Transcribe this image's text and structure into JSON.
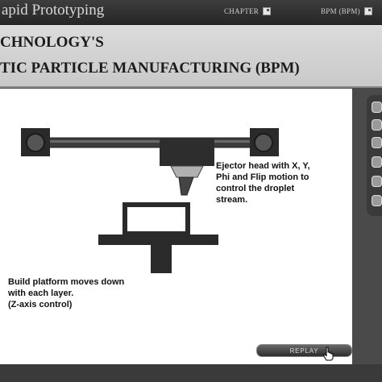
{
  "app": {
    "title": "apid Prototyping"
  },
  "nav": {
    "chapter_label": "CHAPTER",
    "bpm_label": "BPM (BPM)"
  },
  "header": {
    "title_line1": "CHNOLOGY'S",
    "title_line2": "TIC PARTICLE MANUFACTURING (BPM)"
  },
  "diagram": {
    "ejector_annotation": "Ejector head with X, Y,\nPhi and Flip motion to\ncontrol the droplet\nstream.",
    "platform_annotation": "Build platform moves down\nwith each layer.\n(Z-axis control)"
  },
  "controls": {
    "replay_label": "REPLAY"
  },
  "icons": [
    "chapter-square-icon",
    "bpm-square-icon",
    "hand-cursor-icon"
  ]
}
